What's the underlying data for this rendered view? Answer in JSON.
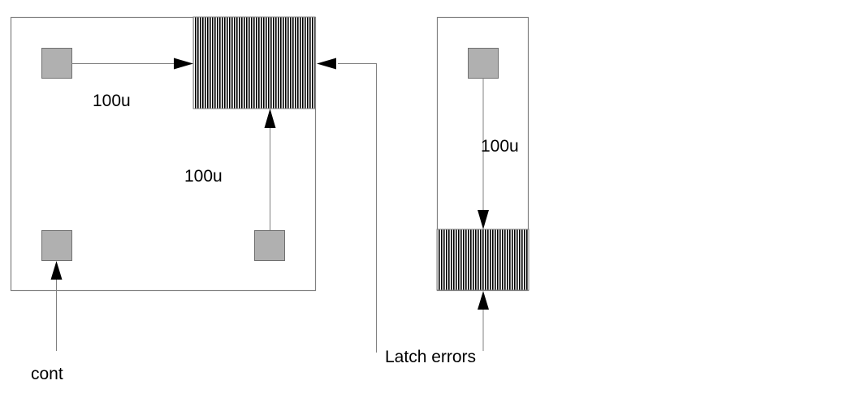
{
  "diagram": {
    "labels": {
      "top_distance": "100u",
      "vertical_distance": "100u",
      "right_distance": "100u",
      "cont": "cont",
      "latch_errors": "Latch errors"
    },
    "colors": {
      "frame": "#808080",
      "pad_fill": "#b0b0b0",
      "pad_stroke": "#707070",
      "hatch_dark": "#000000",
      "hatch_light": "#ffffff",
      "arrow": "#000000",
      "line": "#808080"
    }
  }
}
